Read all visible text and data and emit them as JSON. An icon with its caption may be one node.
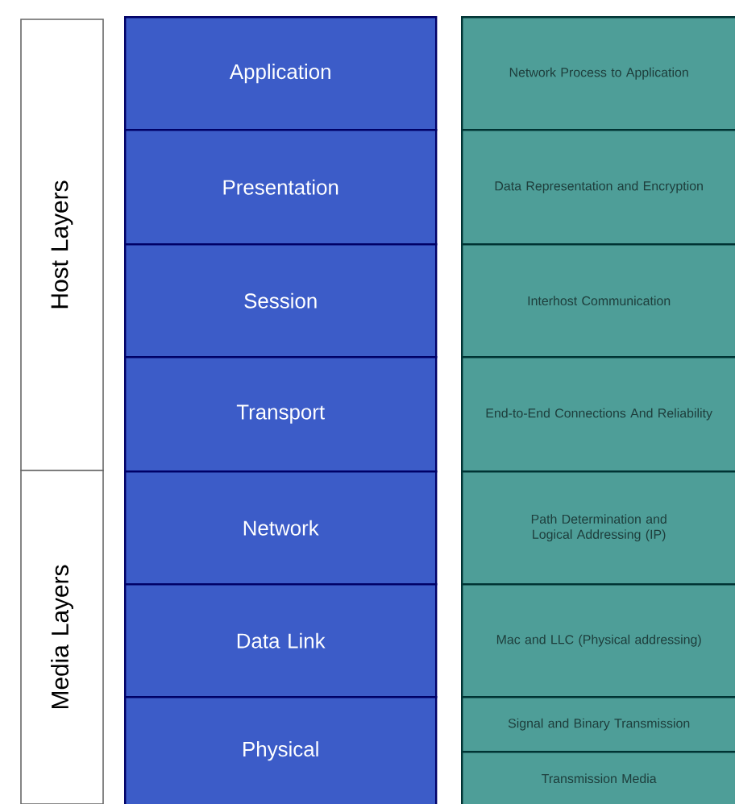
{
  "diagram": {
    "nodes": [
      {
        "text": [
          "Host Layers"
        ]
      },
      {
        "text": [
          "Media Layers"
        ]
      },
      {
        "text": [
          "Application"
        ]
      },
      {
        "text": [
          "Presentation"
        ]
      },
      {
        "text": [
          "Session"
        ]
      },
      {
        "text": [
          "Transport"
        ]
      },
      {
        "text": [
          "Network"
        ]
      },
      {
        "text": [
          "Data Link"
        ]
      },
      {
        "text": [
          "Physical"
        ]
      },
      {
        "text": [
          "Network Process to Application"
        ]
      },
      {
        "text": [
          "Data Representation and Encryption"
        ]
      },
      {
        "text": [
          "Interhost Communication"
        ]
      },
      {
        "text": [
          "End-to-End Connections And Reliability"
        ]
      },
      {
        "text": [
          "Path Determination and Logical Addressing (IP)"
        ]
      },
      {
        "text": [
          "Mac and LLC (Physical addressing)"
        ]
      },
      {
        "text": [
          "Signal and Binary Transmission"
        ]
      },
      {
        "text": [
          "Transmission Media"
        ]
      }
    ]
  }
}
